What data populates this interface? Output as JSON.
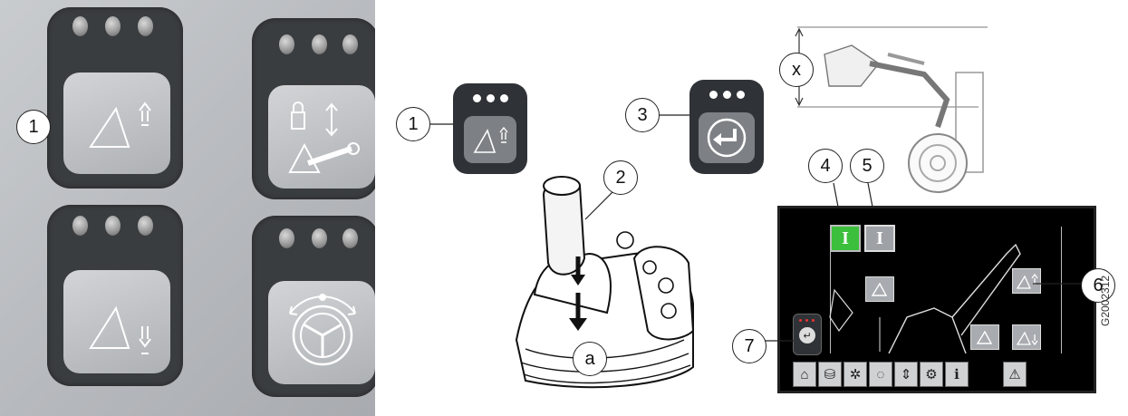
{
  "callouts": {
    "photo_1": "1",
    "button_1": "1",
    "joystick_2": "2",
    "button_3": "3",
    "screen_4": "4",
    "screen_5": "5",
    "screen_6": "6",
    "screen_7": "7",
    "joystick_a": "a",
    "height_x": "x"
  },
  "screen": {
    "icon_4_label": "I",
    "icon_5_label": "I",
    "toolbar_icons": [
      "home-icon",
      "camera-icon",
      "gear-icon",
      "bucket-icon",
      "updown-icon",
      "linkage-icon",
      "info-icon",
      "warning-icon"
    ],
    "toolbar_glyphs": [
      "⌂",
      "⛁",
      "✲",
      "◌",
      "⇕",
      "⚙",
      "ℹ",
      "⚠"
    ]
  },
  "doc_id": "G2002312",
  "colors": {
    "green_indicator": "#3cbf3c",
    "screen_background": "#000000",
    "button_body": "#2f3236"
  }
}
